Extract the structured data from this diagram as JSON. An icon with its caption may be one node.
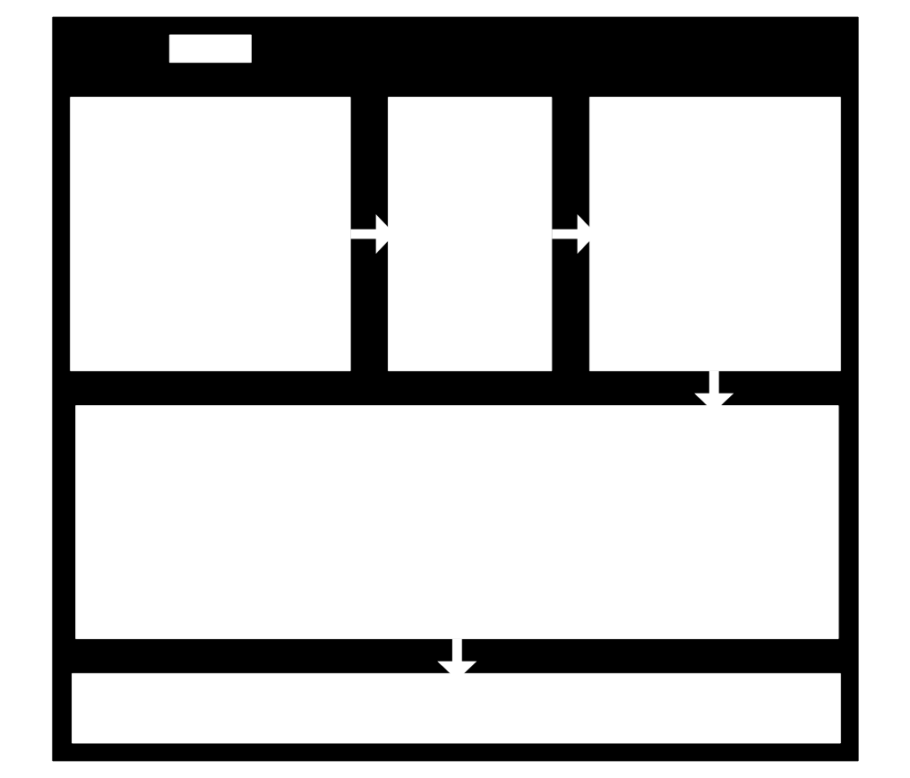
{
  "diagram": {
    "nodes": [
      {
        "text": [],
        "shape": "box"
      },
      {
        "text": [],
        "shape": "box",
        "in": 0
      },
      {
        "text": [],
        "shape": "box",
        "in": 0
      },
      {
        "text": [],
        "shape": "box",
        "in": 0
      },
      {
        "text": [],
        "shape": "box",
        "in": 0
      },
      {
        "text": [],
        "shape": "box",
        "in": 0
      },
      {
        "text": [],
        "shape": "box",
        "in": 0
      }
    ],
    "edges": [
      {
        "from": 2,
        "to": 3,
        "arrow": "to"
      },
      {
        "from": 3,
        "to": 4,
        "arrow": "to"
      },
      {
        "from": 4,
        "to": 5,
        "arrow": "to"
      },
      {
        "from": 5,
        "to": 6,
        "arrow": "to"
      }
    ]
  }
}
